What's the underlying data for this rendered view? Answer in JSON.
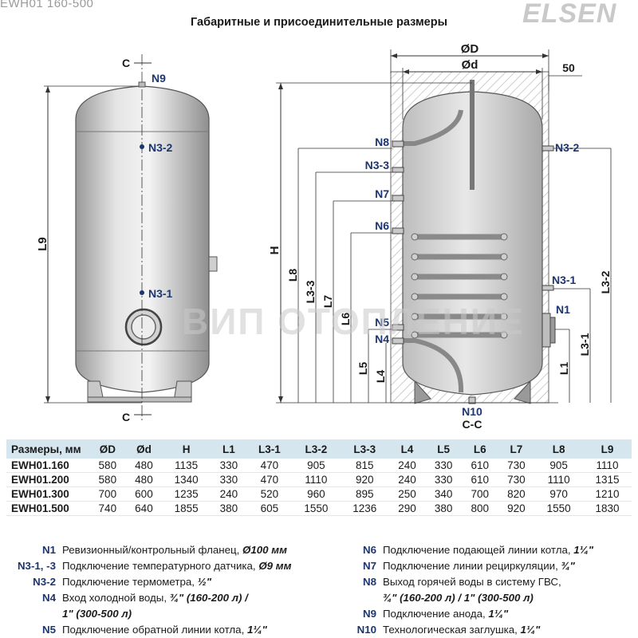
{
  "header": {
    "model": "EWH01 160-500",
    "brand": "ELSEN",
    "title": "Габаритные и присоединительные размеры"
  },
  "watermark": "ВИП ОТОПЛЕНИЕ",
  "drawing": {
    "left": {
      "section_top": "C",
      "section_bottom": "C",
      "n9": "N9",
      "n3_2": "N3-2",
      "n3_1": "N3-1",
      "l9": "L9"
    },
    "right": {
      "od_outer": "ØD",
      "od_inner": "Ød",
      "offset": "50",
      "h": "H",
      "n8": "N8",
      "n3_3": "N3-3",
      "n7": "N7",
      "n6": "N6",
      "n5": "N5",
      "n4": "N4",
      "n3_2": "N3-2",
      "n3_1": "N3-1",
      "n1": "N1",
      "n10": "N10",
      "section": "C-C",
      "l8": "L8",
      "l3_3": "L3-3",
      "l7": "L7",
      "l6": "L6",
      "l5": "L5",
      "l4": "L4",
      "l3_2": "L3-2",
      "l3_1": "L3-1",
      "l1": "L1"
    }
  },
  "table": {
    "header": [
      "Размеры, мм",
      "ØD",
      "Ød",
      "H",
      "L1",
      "L3-1",
      "L3-2",
      "L3-3",
      "L4",
      "L5",
      "L6",
      "L7",
      "L8",
      "L9"
    ],
    "rows": [
      [
        "EWH01.160",
        "580",
        "480",
        "1135",
        "330",
        "470",
        "905",
        "815",
        "240",
        "330",
        "610",
        "730",
        "905",
        "1110"
      ],
      [
        "EWH01.200",
        "580",
        "480",
        "1340",
        "330",
        "470",
        "1110",
        "920",
        "240",
        "330",
        "610",
        "730",
        "1110",
        "1315"
      ],
      [
        "EWH01.300",
        "700",
        "600",
        "1235",
        "240",
        "520",
        "960",
        "895",
        "250",
        "340",
        "700",
        "820",
        "970",
        "1210"
      ],
      [
        "EWH01.500",
        "740",
        "640",
        "1855",
        "380",
        "605",
        "1550",
        "1236",
        "290",
        "380",
        "800",
        "920",
        "1550",
        "1830"
      ]
    ]
  },
  "legend": {
    "left": [
      {
        "code": "N1",
        "text": "Ревизионный/контрольный фланец, ",
        "em": "Ø100 мм"
      },
      {
        "code": "N3-1, -3",
        "text": "Подключение температурного датчика, ",
        "em": "Ø9 мм"
      },
      {
        "code": "N3-2",
        "text": "Подключение термометра, ",
        "em": "½\""
      },
      {
        "code": "N4",
        "text": "Вход холодной воды, ",
        "em": "¾\" (160-200 л) /"
      },
      {
        "code": "",
        "text": "",
        "em": "1\" (300-500 л)"
      },
      {
        "code": "N5",
        "text": "Подключение обратной линии котла, ",
        "em": "1¼\""
      }
    ],
    "right": [
      {
        "code": "N6",
        "text": "Подключение подающей линии котла, ",
        "em": "1¼\""
      },
      {
        "code": "N7",
        "text": "Подключение линии рециркуляции, ",
        "em": "¾\""
      },
      {
        "code": "N8",
        "text": "Выход горячей воды в систему ГВС,",
        "em": ""
      },
      {
        "code": "",
        "text": "",
        "em": "¾\" (160-200 л) / 1\" (300-500 л)"
      },
      {
        "code": "N9",
        "text": "Подключение анода, ",
        "em": "1¼\""
      },
      {
        "code": "N10",
        "text": "Технологическая заглушка, ",
        "em": "1¼\""
      }
    ]
  }
}
